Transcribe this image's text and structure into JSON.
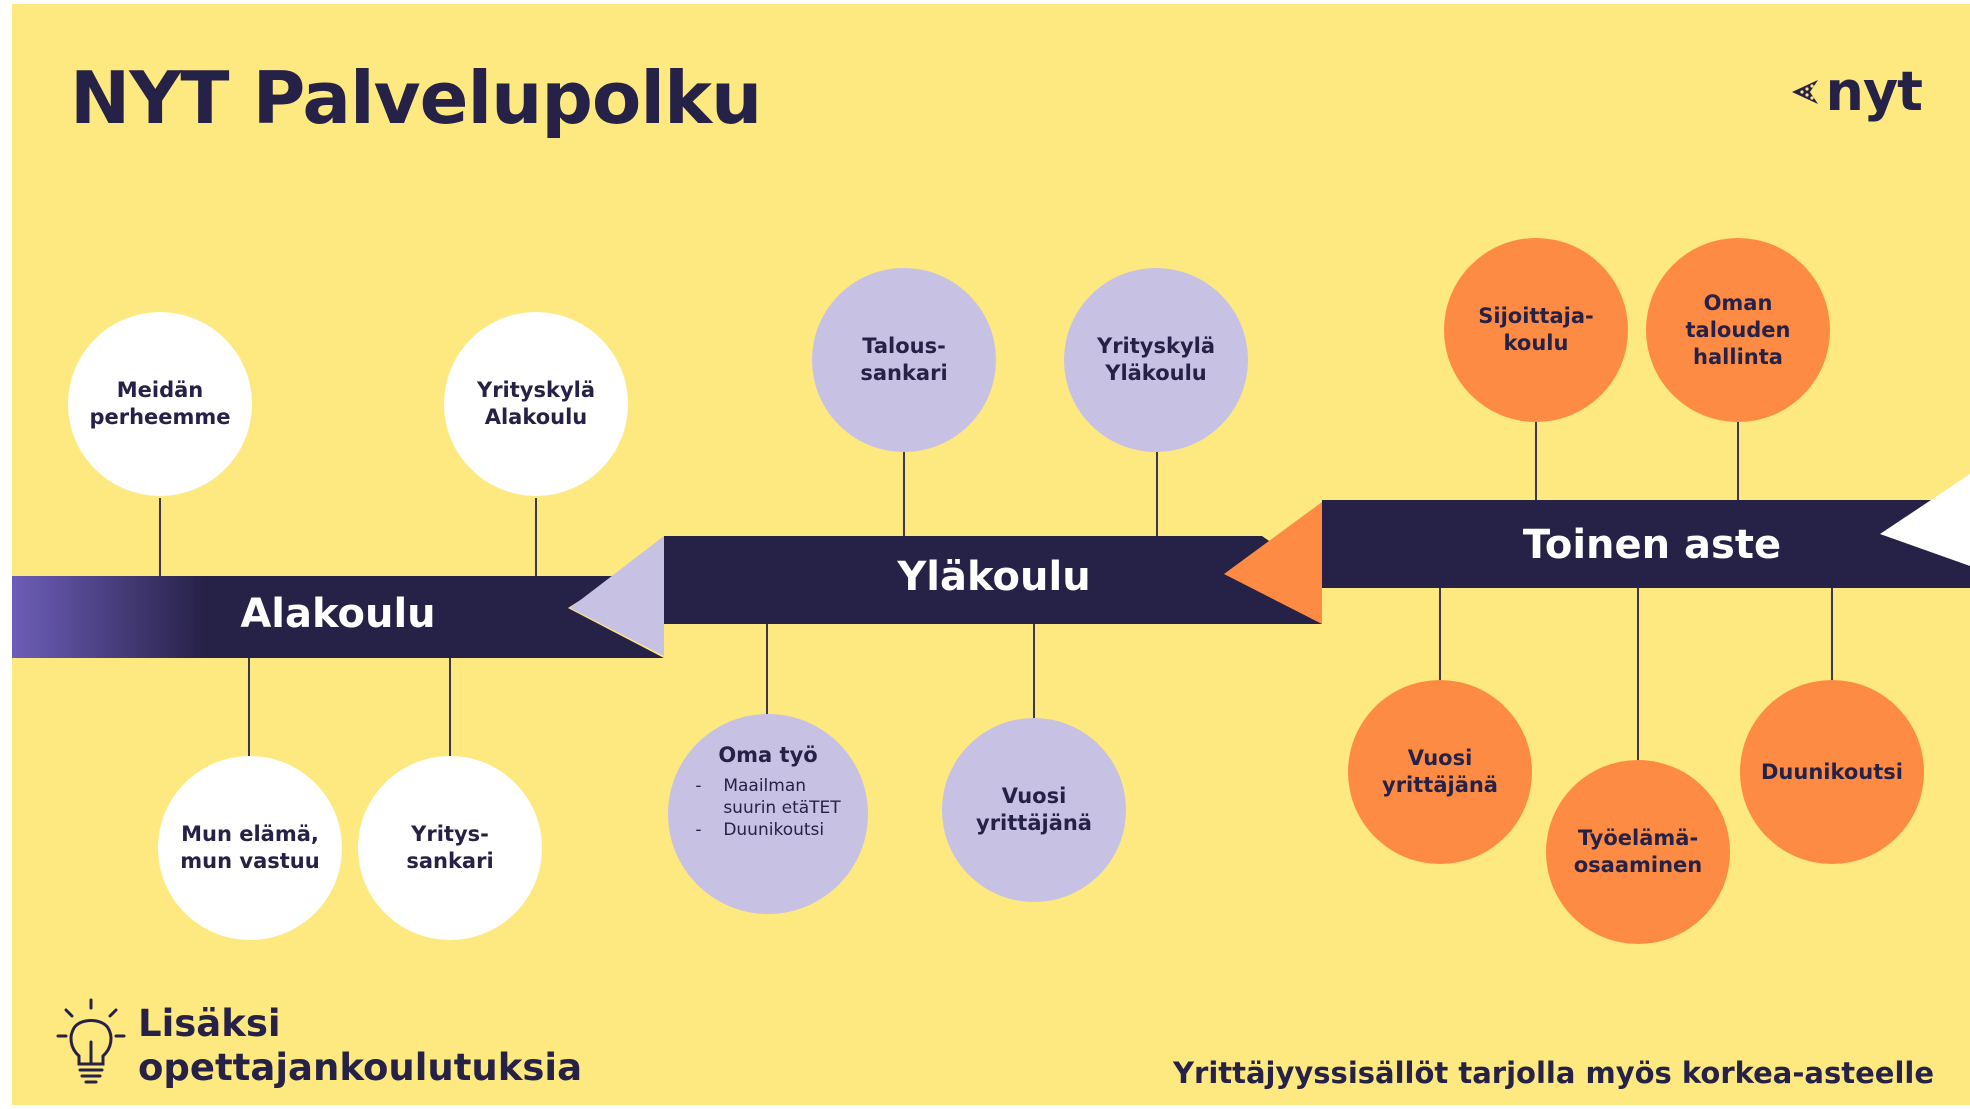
{
  "title": "NYT Palvelupolku",
  "logo_text": "nyt",
  "colors": {
    "background": "#fde97f",
    "navy": "#262146",
    "lavender": "#c7c1e4",
    "orange": "#fe8b43",
    "white": "#ffffff"
  },
  "stages": {
    "alakoulu": {
      "label": "Alakoulu",
      "top": [
        "Meidän\nperheemme",
        "Yrityskylä\nAlakoulu"
      ],
      "bottom": [
        "Mun elämä,\nmun vastuu",
        "Yritys-\nsankari"
      ]
    },
    "ylakoulu": {
      "label": "Yläkoulu",
      "top": [
        "Talous-\nsankari",
        "Yrityskylä\nYläkoulu"
      ],
      "bottom_oma": {
        "title": "Oma työ",
        "items": [
          "Maailman\nsuurin etäTET",
          "Duunikoutsi"
        ],
        "bullet": "-"
      },
      "bottom_vuosi": "Vuosi\nyrittäjänä"
    },
    "toinen": {
      "label": "Toinen aste",
      "top": [
        "Sijoittaja-\nkoulu",
        "Oman\ntalouden\nhallinta"
      ],
      "bottom": [
        "Vuosi\nyrittäjänä",
        "Työelämä-\nosaaminen",
        "Duunikoutsi"
      ]
    }
  },
  "footer": {
    "left": "Lisäksi\nopettajankoulutuksia",
    "left_icon": "lightbulb-icon",
    "right": "Yrittäjyyssisällöt tarjolla myös korkea-asteelle"
  }
}
